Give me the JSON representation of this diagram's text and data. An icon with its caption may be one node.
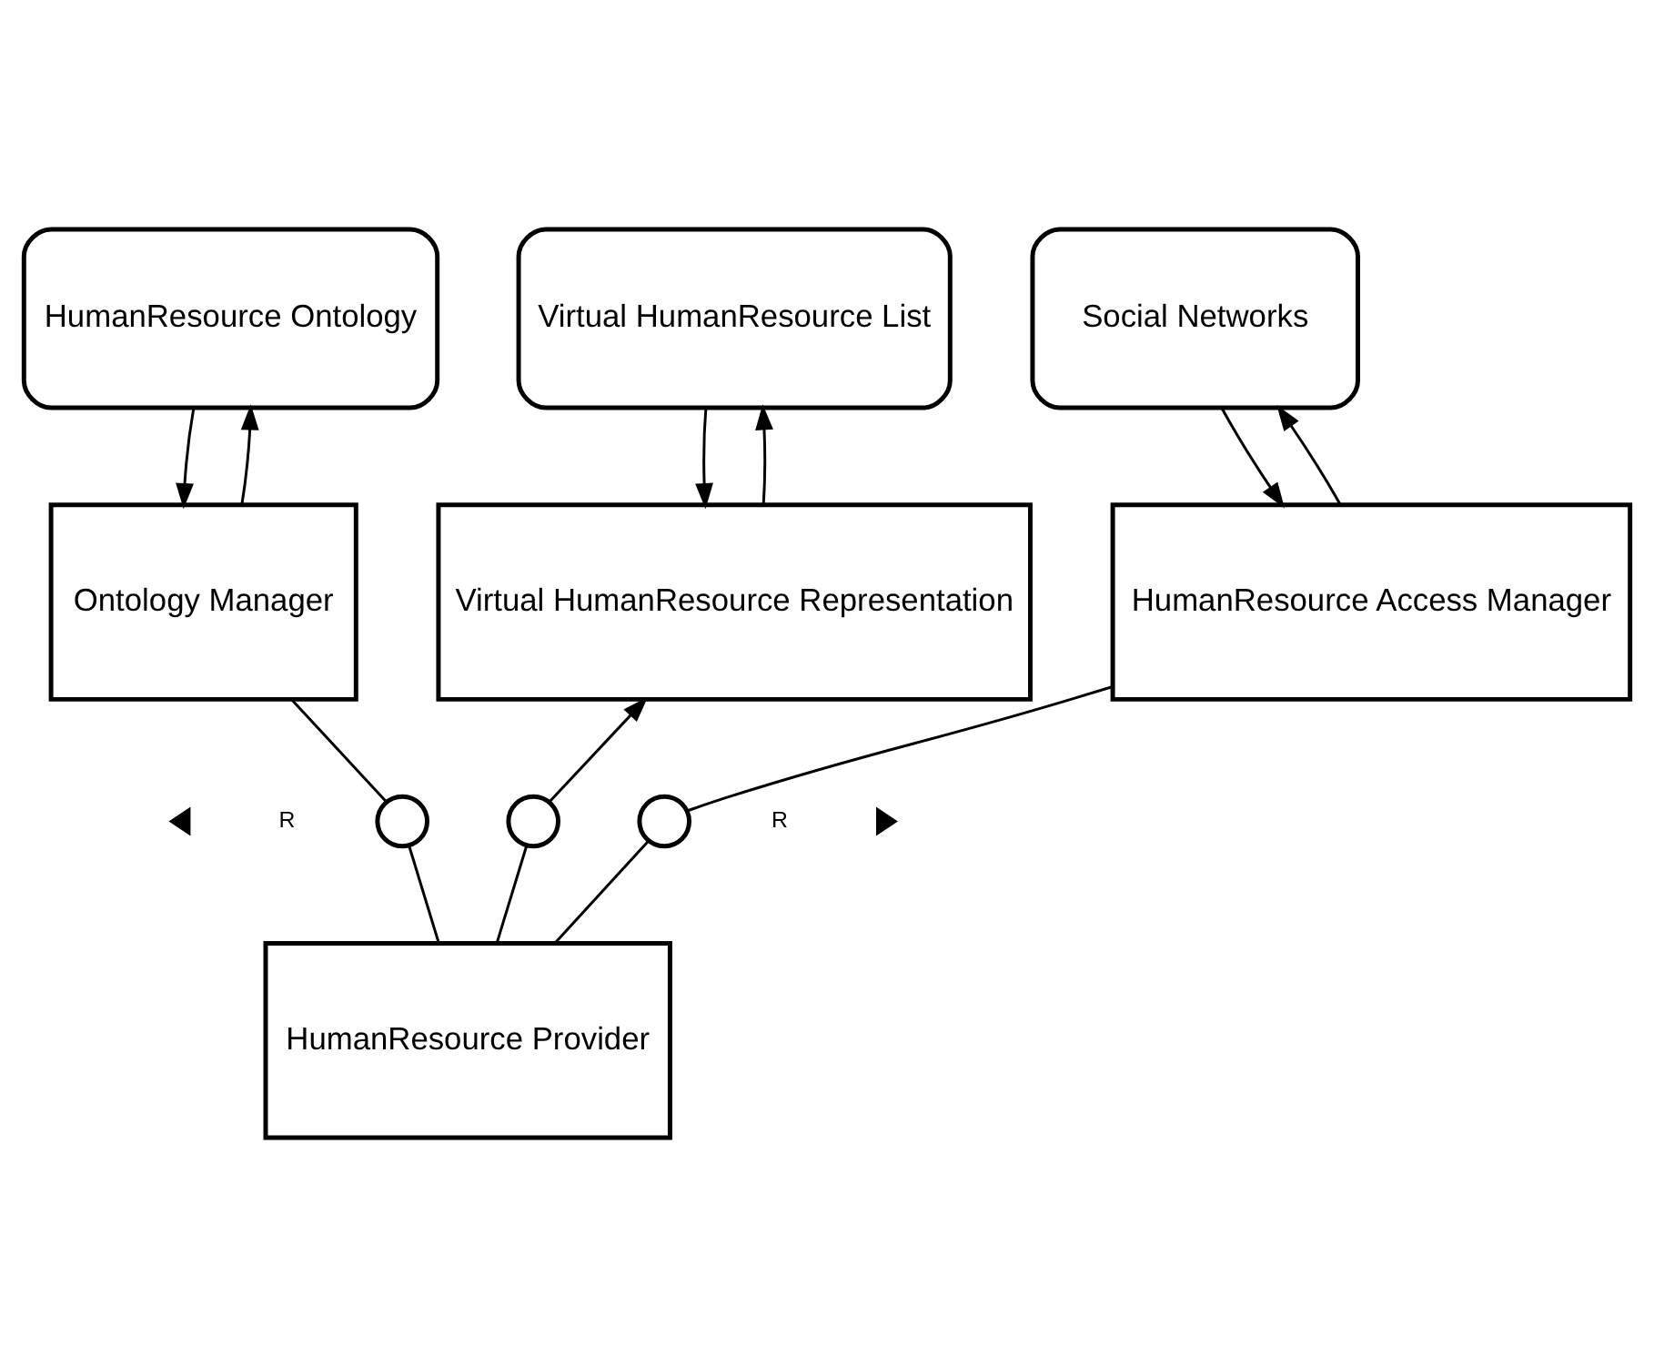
{
  "diagram": {
    "nodes": [
      {
        "text": [
          "HumanResource Ontology"
        ]
      },
      {
        "text": [
          "Virtual HumanResource List"
        ]
      },
      {
        "text": [
          "Social Networks"
        ]
      },
      {
        "text": [
          "Ontology Manager"
        ]
      },
      {
        "text": [
          "Virtual HumanResource Representation"
        ]
      },
      {
        "text": [
          "HumanResource Access Manager"
        ]
      },
      {
        "text": [],
        "shape": "circle"
      },
      {
        "text": [],
        "shape": "circle"
      },
      {
        "text": [],
        "shape": "circle"
      },
      {
        "text": [
          "HumanResource Provider"
        ]
      }
    ],
    "edges": [
      {
        "from": 3,
        "to": 0,
        "arrow": "to"
      },
      {
        "from": 0,
        "to": 3,
        "arrow": "to"
      },
      {
        "from": 4,
        "to": 1,
        "arrow": "to"
      },
      {
        "from": 1,
        "to": 4,
        "arrow": "to"
      },
      {
        "from": 5,
        "to": 2,
        "arrow": "to"
      },
      {
        "from": 2,
        "to": 5,
        "arrow": "to"
      },
      {
        "from": 3,
        "to": 6,
        "arrow": "none"
      },
      {
        "from": 6,
        "to": 9,
        "arrow": "none"
      },
      {
        "from": 9,
        "to": 7,
        "arrow": "none"
      },
      {
        "from": 7,
        "to": 4,
        "arrow": "to"
      },
      {
        "from": 5,
        "to": 8,
        "arrow": "none"
      },
      {
        "from": 8,
        "to": 9,
        "arrow": "none"
      }
    ],
    "labels": [
      "R",
      "R"
    ]
  }
}
